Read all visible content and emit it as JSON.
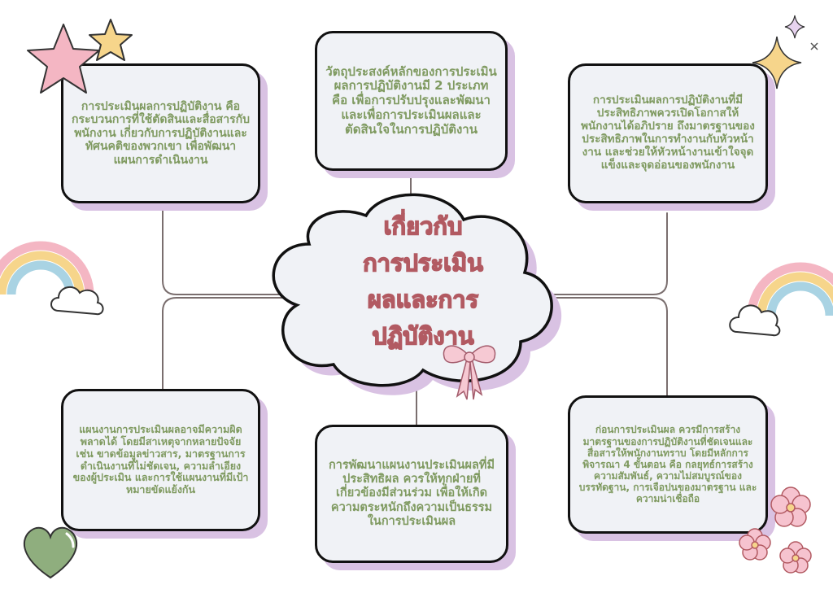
{
  "center": {
    "title_lines": [
      "เกี่ยวกับ",
      "การประเมิน",
      "ผลและการ",
      "ปฏิบัติงาน"
    ]
  },
  "boxes": {
    "top_left": "การประเมินผลการปฏิบัติงาน คือกระบวนการที่ใช้ตัดสินและสื่อสารกับพนักงาน เกี่ยวกับการปฏิบัติงานและทัศนคติของพวกเขา เพื่อพัฒนาแผนการดำเนินงาน",
    "top_center": "วัตถุประสงค์หลักของการประเมินผลการปฏิบัติงานมี 2 ประเภท คือ เพื่อการปรับปรุงและพัฒนา และเพื่อการประเมินผลและตัดสินใจในการปฏิบัติงาน",
    "top_right": "การประเมินผลการปฏิบัติงานที่มีประสิทธิภาพควรเปิดโอกาสให้พนักงานได้อภิปราย ถึงมาตรฐานของประสิทธิภาพในการทำงานกับหัวหน้างาน และช่วยให้หัวหน้างานเข้าใจจุดแข็งและจุดอ่อนของพนักงาน",
    "bottom_left": "แผนงานการประเมินผลอาจมีความผิดพลาดได้ โดยมีสาเหตุจากหลายปัจจัย เช่น ขาดข้อมูลข่าวสาร, มาตรฐานการดำเนินงานที่ไม่ชัดเจน, ความลำเอียงของผู้ประเมิน และการใช้แผนงานที่มีเป้าหมายขัดแย้งกัน",
    "bottom_center": "การพัฒนาแผนงานประเมินผลที่มีประสิทธิผล ควรให้ทุกฝ่ายที่เกี่ยวข้องมีส่วนร่วม เพื่อให้เกิดความตระหนักถึงความเป็นธรรมในการประเมินผล",
    "bottom_right": "ก่อนการประเมินผล ควรมีการสร้างมาตรฐานของการปฏิบัติงานที่ชัดเจนและสื่อสารให้พนักงานทราบ โดยมีหลักการพิจารณา 4 ขั้นตอน คือ กลยุทธ์การสร้างความสัมพันธ์, ความไม่สมบูรณ์ของบรรทัดฐาน, การเจือปนของมาตรฐาน และความน่าเชื่อถือ"
  },
  "colors": {
    "box_fill": "#f0f2f6",
    "box_shadow": "#d9c2e3",
    "box_text": "#7f9a60",
    "title_fill": "#f2a9ad",
    "title_outline": "#b25a62",
    "connector": "#7a6e6e"
  },
  "decorations": [
    "star-icon",
    "sparkle-icon",
    "rainbow-icon",
    "cloud-icon",
    "ribbon-bow-icon",
    "heart-icon",
    "flower-icon"
  ]
}
